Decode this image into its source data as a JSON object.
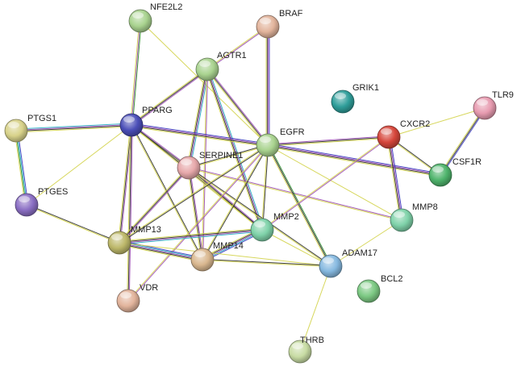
{
  "network": {
    "proteins": [
      {
        "id": "NFE2L2",
        "label": "NFE2L2",
        "color": "#a9d38f"
      },
      {
        "id": "BRAF",
        "label": "BRAF",
        "color": "#e2b49c"
      },
      {
        "id": "AGTR1",
        "label": "AGTR1",
        "color": "#a9d38f"
      },
      {
        "id": "GRIK1",
        "label": "GRIK1",
        "color": "#2f9e9a"
      },
      {
        "id": "TLR9",
        "label": "TLR9",
        "color": "#e79bb0"
      },
      {
        "id": "PTGS1",
        "label": "PTGS1",
        "color": "#d8d28a"
      },
      {
        "id": "PPARG",
        "label": "PPARG",
        "color": "#4b4fb8"
      },
      {
        "id": "EGFR",
        "label": "EGFR",
        "color": "#a9d38f"
      },
      {
        "id": "CXCR2",
        "label": "CXCR2",
        "color": "#d6463b"
      },
      {
        "id": "SERPINE1",
        "label": "SERPINE1",
        "color": "#e7a9ab"
      },
      {
        "id": "CSF1R",
        "label": "CSF1R",
        "color": "#4fb46c"
      },
      {
        "id": "PTGES",
        "label": "PTGES",
        "color": "#8b6fc4"
      },
      {
        "id": "MMP8",
        "label": "MMP8",
        "color": "#7fd2a9"
      },
      {
        "id": "MMP2",
        "label": "MMP2",
        "color": "#7fd2a9"
      },
      {
        "id": "MMP13",
        "label": "MMP13",
        "color": "#bdb86a"
      },
      {
        "id": "MMP14",
        "label": "MMP14",
        "color": "#d9b78f"
      },
      {
        "id": "ADAM17",
        "label": "ADAM17",
        "color": "#86b9e0"
      },
      {
        "id": "BCL2",
        "label": "BCL2",
        "color": "#7cc983"
      },
      {
        "id": "VDR",
        "label": "VDR",
        "color": "#e2b49c"
      },
      {
        "id": "THRB",
        "label": "THRB",
        "color": "#c8dca4"
      }
    ],
    "interactions": [
      {
        "source": "NFE2L2",
        "target": "PPARG",
        "evidence": [
          "#2a8a2a",
          "#9c4fb5",
          "#d3d34a"
        ]
      },
      {
        "source": "NFE2L2",
        "target": "EGFR",
        "evidence": [
          "#d3d34a"
        ]
      },
      {
        "source": "BRAF",
        "target": "AGTR1",
        "evidence": [
          "#9c4fb5",
          "#d3d34a"
        ]
      },
      {
        "source": "BRAF",
        "target": "EGFR",
        "evidence": [
          "#3a3ac0",
          "#9c4fb5",
          "#2b2b2b",
          "#d3d34a"
        ]
      },
      {
        "source": "AGTR1",
        "target": "PPARG",
        "evidence": [
          "#9c4fb5",
          "#2b2b2b",
          "#d3d34a"
        ]
      },
      {
        "source": "AGTR1",
        "target": "EGFR",
        "evidence": [
          "#9c4fb5",
          "#2b2b2b",
          "#d3d34a"
        ]
      },
      {
        "source": "AGTR1",
        "target": "SERPINE1",
        "evidence": [
          "#27b3c4",
          "#9c4fb5",
          "#2b2b2b",
          "#d3d34a"
        ]
      },
      {
        "source": "AGTR1",
        "target": "MMP2",
        "evidence": [
          "#27b3c4",
          "#9c4fb5",
          "#2b2b2b",
          "#d3d34a"
        ]
      },
      {
        "source": "AGTR1",
        "target": "MMP14",
        "evidence": [
          "#9c4fb5",
          "#d3d34a"
        ]
      },
      {
        "source": "PTGS1",
        "target": "PPARG",
        "evidence": [
          "#27b3c4",
          "#9c4fb5",
          "#2b2b2b",
          "#d3d34a"
        ]
      },
      {
        "source": "PTGS1",
        "target": "PTGES",
        "evidence": [
          "#3a3ac0",
          "#27b3c4",
          "#2a8a2a",
          "#d3d34a"
        ]
      },
      {
        "source": "PTGES",
        "target": "PPARG",
        "evidence": [
          "#d3d34a"
        ]
      },
      {
        "source": "PTGES",
        "target": "MMP13",
        "evidence": [
          "#2b2b2b",
          "#d3d34a"
        ]
      },
      {
        "source": "PPARG",
        "target": "EGFR",
        "evidence": [
          "#3a3ac0",
          "#9c4fb5",
          "#2b2b2b",
          "#d3d34a"
        ]
      },
      {
        "source": "PPARG",
        "target": "SERPINE1",
        "evidence": [
          "#9c4fb5",
          "#2b2b2b",
          "#d3d34a"
        ]
      },
      {
        "source": "PPARG",
        "target": "MMP13",
        "evidence": [
          "#9c4fb5",
          "#2b2b2b",
          "#d3d34a"
        ]
      },
      {
        "source": "PPARG",
        "target": "MMP14",
        "evidence": [
          "#2b2b2b",
          "#d3d34a"
        ]
      },
      {
        "source": "PPARG",
        "target": "MMP2",
        "evidence": [
          "#2b2b2b",
          "#d3d34a"
        ]
      },
      {
        "source": "PPARG",
        "target": "VDR",
        "evidence": [
          "#9c4fb5",
          "#2b2b2b",
          "#d3d34a"
        ]
      },
      {
        "source": "SERPINE1",
        "target": "EGFR",
        "evidence": [
          "#2b2b2b",
          "#d3d34a"
        ]
      },
      {
        "source": "SERPINE1",
        "target": "MMP2",
        "evidence": [
          "#9c4fb5",
          "#2b2b2b",
          "#d3d34a"
        ]
      },
      {
        "source": "SERPINE1",
        "target": "MMP13",
        "evidence": [
          "#9c4fb5",
          "#2b2b2b",
          "#d3d34a"
        ]
      },
      {
        "source": "SERPINE1",
        "target": "MMP14",
        "evidence": [
          "#9c4fb5",
          "#2b2b2b",
          "#d3d34a"
        ]
      },
      {
        "source": "SERPINE1",
        "target": "MMP8",
        "evidence": [
          "#9c4fb5",
          "#d3d34a"
        ]
      },
      {
        "source": "SERPINE1",
        "target": "ADAM17",
        "evidence": [
          "#2b2b2b",
          "#d3d34a"
        ]
      },
      {
        "source": "EGFR",
        "target": "CXCR2",
        "evidence": [
          "#9c4fb5",
          "#2b2b2b",
          "#d3d34a"
        ]
      },
      {
        "source": "EGFR",
        "target": "CSF1R",
        "evidence": [
          "#3a3ac0",
          "#9c4fb5",
          "#2b2b2b",
          "#d3d34a"
        ]
      },
      {
        "source": "EGFR",
        "target": "MMP2",
        "evidence": [
          "#2b2b2b",
          "#d3d34a"
        ]
      },
      {
        "source": "EGFR",
        "target": "MMP13",
        "evidence": [
          "#2b2b2b",
          "#d3d34a"
        ]
      },
      {
        "source": "EGFR",
        "target": "MMP14",
        "evidence": [
          "#2b2b2b",
          "#d3d34a"
        ]
      },
      {
        "source": "EGFR",
        "target": "ADAM17",
        "evidence": [
          "#2a8a2a",
          "#2b2b2b",
          "#d3d34a"
        ]
      },
      {
        "source": "EGFR",
        "target": "MMP8",
        "evidence": [
          "#d3d34a"
        ]
      },
      {
        "source": "EGFR",
        "target": "VDR",
        "evidence": [
          "#9c4fb5",
          "#d3d34a"
        ]
      },
      {
        "source": "CXCR2",
        "target": "CSF1R",
        "evidence": [
          "#2b2b2b",
          "#d3d34a"
        ]
      },
      {
        "source": "CXCR2",
        "target": "MMP8",
        "evidence": [
          "#3a3ac0",
          "#9c4fb5",
          "#2b2b2b",
          "#d3d34a"
        ]
      },
      {
        "source": "CXCR2",
        "target": "MMP2",
        "evidence": [
          "#9c4fb5",
          "#d3d34a"
        ]
      },
      {
        "source": "CXCR2",
        "target": "TLR9",
        "evidence": [
          "#d3d34a"
        ]
      },
      {
        "source": "TLR9",
        "target": "CSF1R",
        "evidence": [
          "#3a3ac0",
          "#2b2b2b",
          "#d3d34a"
        ]
      },
      {
        "source": "MMP8",
        "target": "ADAM17",
        "evidence": [
          "#d3d34a"
        ]
      },
      {
        "source": "MMP2",
        "target": "MMP14",
        "evidence": [
          "#3a3ac0",
          "#27b3c4",
          "#9c4fb5",
          "#2b2b2b",
          "#d3d34a"
        ]
      },
      {
        "source": "MMP2",
        "target": "MMP13",
        "evidence": [
          "#27b3c4",
          "#9c4fb5",
          "#2b2b2b",
          "#d3d34a"
        ]
      },
      {
        "source": "MMP2",
        "target": "ADAM17",
        "evidence": [
          "#d3d34a"
        ]
      },
      {
        "source": "MMP13",
        "target": "MMP14",
        "evidence": [
          "#3a3ac0",
          "#27b3c4",
          "#9c4fb5",
          "#2b2b2b",
          "#d3d34a"
        ]
      },
      {
        "source": "MMP13",
        "target": "ADAM17",
        "evidence": [
          "#d3d34a"
        ]
      },
      {
        "source": "MMP14",
        "target": "ADAM17",
        "evidence": [
          "#2b2b2b",
          "#d3d34a"
        ]
      },
      {
        "source": "ADAM17",
        "target": "THRB",
        "evidence": [
          "#d3d34a"
        ]
      }
    ]
  }
}
